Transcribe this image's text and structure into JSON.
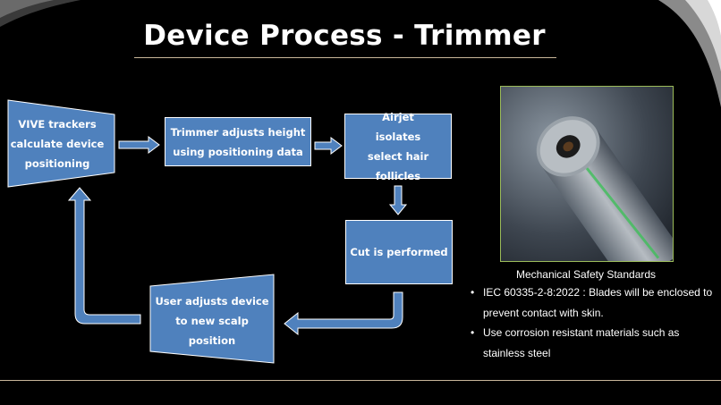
{
  "slide": {
    "title": "Device Process - Trimmer"
  },
  "flow": {
    "step1": "VIVE trackers calculate device positioning",
    "step2": "Trimmer adjusts height using positioning data",
    "step3": "Airjet isolates select hair follicles",
    "step4": "Cut is performed",
    "step5": "User adjusts device to new scalp position"
  },
  "panel": {
    "caption": "Mechanical Safety Standards",
    "bullets": [
      "IEC 60335-2-8:2022 : Blades will be enclosed to prevent contact with skin.",
      "Use corrosion resistant materials such as stainless steel"
    ],
    "bullet_glyph": "•"
  },
  "colors": {
    "box_fill": "#4f81bd",
    "accent_line": "#c9b79a",
    "photo_border": "#9bbb59"
  }
}
